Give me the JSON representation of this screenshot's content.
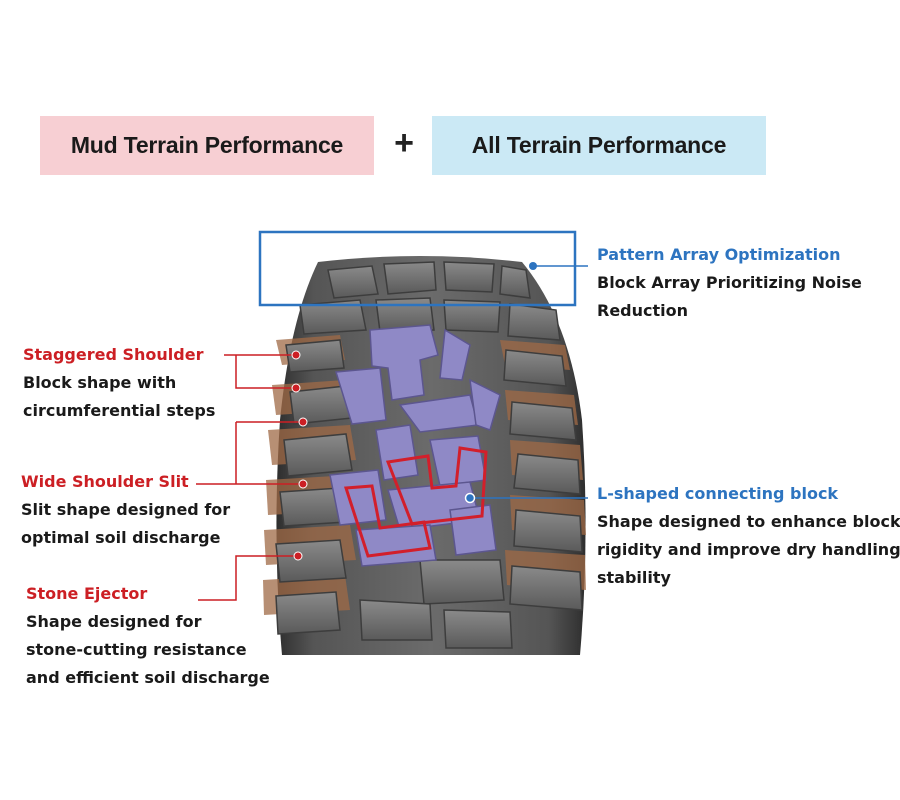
{
  "header": {
    "left": "Mud Terrain Performance",
    "plus": "+",
    "right": "All Terrain Performance"
  },
  "labels": {
    "pattern": {
      "title": "Pattern Array Optimization",
      "lines": [
        "Block Array Prioritizing Noise",
        "Reduction"
      ]
    },
    "staggered": {
      "title": "Staggered Shoulder",
      "lines": [
        "Block shape with",
        "circumferential steps"
      ]
    },
    "wide": {
      "title": "Wide Shoulder Slit",
      "lines": [
        "Slit shape designed for",
        "optimal soil discharge"
      ]
    },
    "lshaped": {
      "title": "L-shaped connecting block",
      "lines": [
        "Shape designed to enhance block",
        "rigidity and improve dry handling",
        "stability"
      ]
    },
    "stone": {
      "title": "Stone Ejector",
      "lines": [
        "Shape designed for",
        "stone-cutting resistance",
        "and efficient soil discharge"
      ]
    }
  },
  "colors": {
    "red_accent": "#cc1f24",
    "blue_accent": "#2d74c0",
    "mud_box": "#f7cfd3",
    "all_box": "#cbe9f5",
    "tread_highlight": "#8f89c6",
    "tire": "#5e5e5e"
  }
}
